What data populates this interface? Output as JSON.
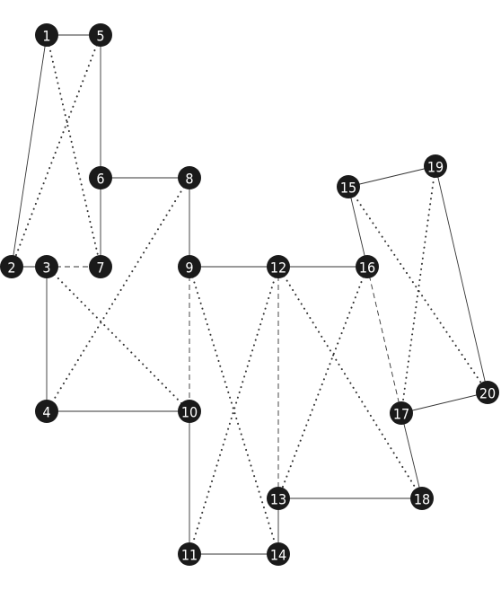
{
  "graph": {
    "nodes": [
      {
        "id": "1"
      },
      {
        "id": "2"
      },
      {
        "id": "3"
      },
      {
        "id": "4"
      },
      {
        "id": "5"
      },
      {
        "id": "6"
      },
      {
        "id": "7"
      },
      {
        "id": "8"
      },
      {
        "id": "9"
      },
      {
        "id": "10"
      },
      {
        "id": "11"
      },
      {
        "id": "12"
      },
      {
        "id": "13"
      },
      {
        "id": "14"
      },
      {
        "id": "15"
      },
      {
        "id": "16"
      },
      {
        "id": "17"
      },
      {
        "id": "18"
      },
      {
        "id": "19"
      },
      {
        "id": "20"
      }
    ],
    "edges": [
      {
        "from": "1",
        "to": "5",
        "style": "solid"
      },
      {
        "from": "1",
        "to": "2",
        "style": "solid"
      },
      {
        "from": "1",
        "to": "7",
        "style": "dotted"
      },
      {
        "from": "5",
        "to": "2",
        "style": "dotted"
      },
      {
        "from": "5",
        "to": "6",
        "style": "solid"
      },
      {
        "from": "6",
        "to": "8",
        "style": "solid"
      },
      {
        "from": "6",
        "to": "7",
        "style": "solid"
      },
      {
        "from": "2",
        "to": "3",
        "style": "solid"
      },
      {
        "from": "3",
        "to": "7",
        "style": "dashed"
      },
      {
        "from": "3",
        "to": "4",
        "style": "solid"
      },
      {
        "from": "3",
        "to": "10",
        "style": "dotted"
      },
      {
        "from": "8",
        "to": "4",
        "style": "dotted"
      },
      {
        "from": "8",
        "to": "9",
        "style": "solid"
      },
      {
        "from": "4",
        "to": "10",
        "style": "solid"
      },
      {
        "from": "9",
        "to": "12",
        "style": "solid"
      },
      {
        "from": "9",
        "to": "10",
        "style": "dashed"
      },
      {
        "from": "9",
        "to": "14",
        "style": "dotted"
      },
      {
        "from": "12",
        "to": "16",
        "style": "solid"
      },
      {
        "from": "12",
        "to": "11",
        "style": "dotted"
      },
      {
        "from": "12",
        "to": "13",
        "style": "dashed"
      },
      {
        "from": "12",
        "to": "18",
        "style": "dotted"
      },
      {
        "from": "16",
        "to": "13",
        "style": "dotted"
      },
      {
        "from": "10",
        "to": "11",
        "style": "solid"
      },
      {
        "from": "11",
        "to": "14",
        "style": "solid"
      },
      {
        "from": "13",
        "to": "14",
        "style": "solid"
      },
      {
        "from": "13",
        "to": "18",
        "style": "solid"
      },
      {
        "from": "15",
        "to": "19",
        "style": "solid"
      },
      {
        "from": "15",
        "to": "16",
        "style": "solid"
      },
      {
        "from": "15",
        "to": "20",
        "style": "dotted"
      },
      {
        "from": "16",
        "to": "17",
        "style": "dashed"
      },
      {
        "from": "19",
        "to": "17",
        "style": "dotted"
      },
      {
        "from": "19",
        "to": "20",
        "style": "solid"
      },
      {
        "from": "17",
        "to": "20",
        "style": "solid"
      },
      {
        "from": "17",
        "to": "18",
        "style": "solid"
      }
    ]
  }
}
